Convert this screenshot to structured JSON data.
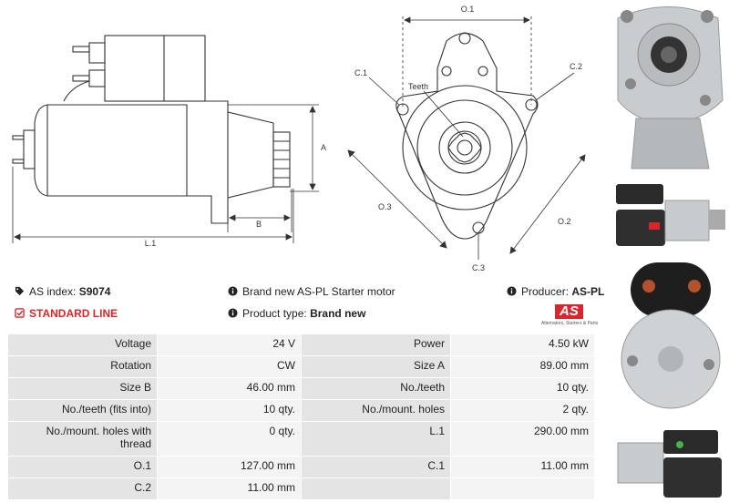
{
  "drawing": {
    "side": {
      "dim_a": "A",
      "dim_b": "B",
      "dim_l1": "L.1"
    },
    "front": {
      "o1": "O.1",
      "c1": "C.1",
      "c2": "C.2",
      "c3": "C.3",
      "o2": "O.2",
      "o3": "O.3",
      "teeth": "Teeth"
    }
  },
  "info": {
    "as_index_label": "AS index:",
    "as_index_value": "S9074",
    "standard_line": "STANDARD LINE",
    "description": "Brand new AS-PL Starter motor",
    "product_type_label": "Product type:",
    "product_type_value": "Brand new",
    "producer_label": "Producer:",
    "producer_value": "AS-PL",
    "logo_text": "AS",
    "logo_subtext": "Alternators, Starters & Parts"
  },
  "specs": [
    {
      "l1": "Voltage",
      "v1": "24 V",
      "l2": "Power",
      "v2": "4.50 kW"
    },
    {
      "l1": "Rotation",
      "v1": "CW",
      "l2": "Size A",
      "v2": "89.00 mm"
    },
    {
      "l1": "Size B",
      "v1": "46.00 mm",
      "l2": "No./teeth",
      "v2": "10 qty."
    },
    {
      "l1": "No./teeth (fits into)",
      "v1": "10 qty.",
      "l2": "No./mount. holes",
      "v2": "2 qty."
    },
    {
      "l1": "No./mount. holes with thread",
      "v1": "0 qty.",
      "l2": "L.1",
      "v2": "290.00 mm"
    },
    {
      "l1": "O.1",
      "v1": "127.00 mm",
      "l2": "C.1",
      "v2": "11.00 mm"
    },
    {
      "l1": "C.2",
      "v1": "11.00 mm",
      "l2": "",
      "v2": ""
    }
  ],
  "colors": {
    "red": "#d9262c",
    "label_bg": "#e4e4e4",
    "value_bg": "#f4f4f4"
  },
  "icons": {
    "tag": "tag-icon",
    "check": "check-square-icon",
    "info": "info-circle-icon"
  }
}
